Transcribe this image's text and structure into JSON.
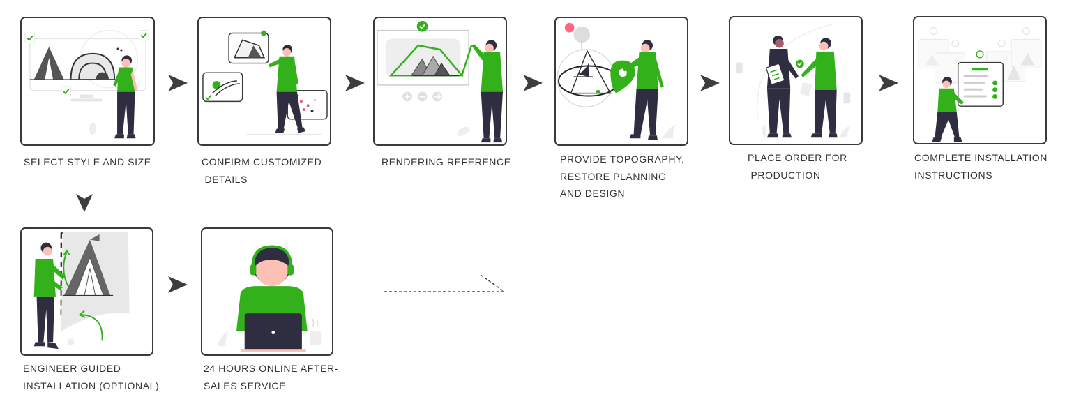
{
  "colors": {
    "accent": "#33b11a",
    "dark": "#2f2e41",
    "border": "#3a3a3a",
    "text": "#333333",
    "skin": "#fdc0b5",
    "light": "#e6e6e6"
  },
  "steps": [
    {
      "lines": [
        "SELECT STYLE AND SIZE"
      ],
      "illustration": "tent-selection"
    },
    {
      "lines": [
        "CONFIRM CUSTOMIZED",
        " DETAILS"
      ],
      "illustration": "details-confirmation"
    },
    {
      "lines": [
        "RENDERING REFERENCE"
      ],
      "illustration": "rendering-preview"
    },
    {
      "lines": [
        "PROVIDE TOPOGRAPHY,",
        "RESTORE PLANNING",
        "AND DESIGN"
      ],
      "illustration": "map-location"
    },
    {
      "lines": [
        "PLACE ORDER FOR",
        " PRODUCTION"
      ],
      "illustration": "handshake"
    },
    {
      "lines": [
        "COMPLETE INSTALLATION",
        "INSTRUCTIONS"
      ],
      "illustration": "checklist-documents"
    },
    {
      "lines": [
        "ENGINEER GUIDED",
        "INSTALLATION (OPTIONAL)"
      ],
      "illustration": "tent-installation"
    },
    {
      "lines": [
        "24 HOURS ONLINE AFTER-",
        "SALES SERVICE"
      ],
      "illustration": "headset-support"
    }
  ],
  "connectors": [
    "arrow-right-icon",
    "arrow-down-icon",
    "dashed-arrow-icon"
  ]
}
